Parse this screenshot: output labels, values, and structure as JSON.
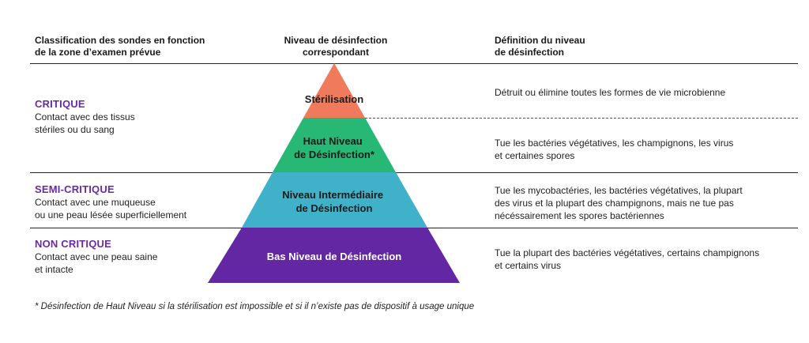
{
  "headers": {
    "classification": "Classification des sondes en fonction\nde la zone d’examen prévue",
    "level": "Niveau de désinfection\ncorrespondant",
    "definition": "Définition du niveau\nde désinfection"
  },
  "categories": [
    {
      "title": "CRITIQUE",
      "description": "Contact avec des tissus\nstériles ou du sang"
    },
    {
      "title": "SEMI-CRITIQUE",
      "description": "Contact avec une muqueuse\nou une peau lésée superficiellement"
    },
    {
      "title": "NON CRITIQUE",
      "description": "Contact avec une peau saine\net intacte"
    }
  ],
  "pyramid": [
    {
      "lines": [
        "Stérilisation"
      ],
      "color": "#f07a5c",
      "text_color": "#1a1a1a"
    },
    {
      "lines": [
        "Haut Niveau",
        "de Désinfection*"
      ],
      "color": "#27b876",
      "text_color": "#1a1a1a"
    },
    {
      "lines": [
        "Niveau Intermédiaire",
        "de Désinfection"
      ],
      "color": "#3fb1c9",
      "text_color": "#1a1a1a"
    },
    {
      "lines": [
        "Bas Niveau de Désinfection"
      ],
      "color": "#6427a4",
      "text_color": "#ffffff"
    }
  ],
  "definitions": [
    "Détruit ou élimine toutes les formes de vie microbienne",
    "Tue les bactéries végétatives, les champignons, les virus\net certaines spores",
    "Tue les mycobactéries, les bactéries végétatives, la plupart\ndes virus et la plupart des champignons, mais ne tue pas\nnécéssairement les spores bactériennes",
    "Tue la plupart des bactéries végétatives, certains champignons\net certains virus"
  ],
  "footnote": "* Désinfection de Haut Niveau si la stérilisation est impossible et si il n’existe pas de dispositif à usage unique",
  "colors": {
    "accent": "#6a2aa6",
    "rule": "#222222"
  }
}
